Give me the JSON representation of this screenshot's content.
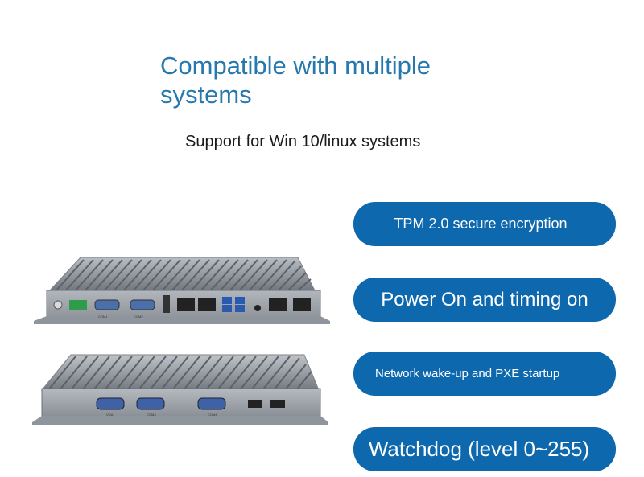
{
  "heading": "Compatible with multiple systems",
  "subheading": "Support for Win 10/linux systems",
  "features": [
    "TPM 2.0 secure encryption",
    "Power On and timing on",
    "Network wake-up and PXE startup",
    "Watchdog (level 0~255)"
  ],
  "device_front": {
    "port_labels": [
      "COM1",
      "COM2"
    ]
  },
  "device_back": {
    "port_labels": [
      "VGA",
      "COM3",
      "COM4"
    ]
  },
  "colors": {
    "heading": "#2678ad",
    "pill": "#0d68ae",
    "text": "#1a1a1a"
  }
}
